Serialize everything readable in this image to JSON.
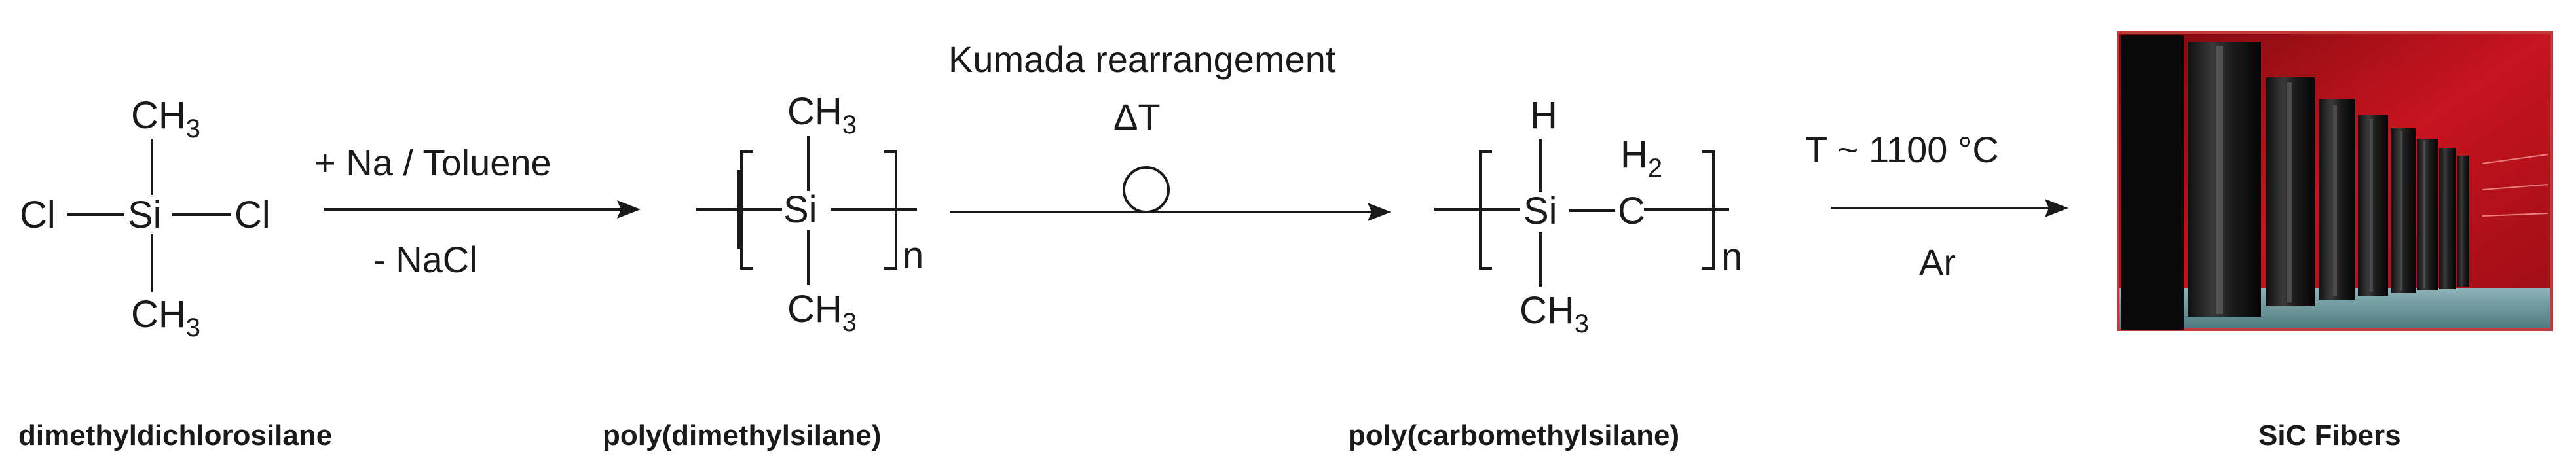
{
  "molecules": {
    "m1": {
      "cl_left": "Cl",
      "si": "Si",
      "cl_right": "Cl",
      "ch": "CH",
      "three": "3"
    },
    "m2": {
      "si": "Si",
      "ch": "CH",
      "three": "3",
      "n": "n"
    },
    "m3": {
      "h": "H",
      "si": "Si",
      "c": "C",
      "h2": "H",
      "two": "2",
      "ch": "CH",
      "three": "3",
      "n": "n"
    }
  },
  "steps": {
    "s1": {
      "above": "+ Na / Toluene",
      "below": "- NaCl"
    },
    "s2": {
      "above": "Kumada rearrangement",
      "delta": "ΔT"
    },
    "s3": {
      "above": "T ~ 1100 °C",
      "below": "Ar"
    }
  },
  "labels": {
    "l1": "dimethyldichlorosilane",
    "l2": "poly(dimethylsilane)",
    "l3": "poly(carbomethylsilane)",
    "l4": "SiC Fibers"
  },
  "photo": {
    "description_icon": "sic-fiber-spools-photo",
    "background": "#b8121c",
    "frame": "#c23a3a"
  }
}
